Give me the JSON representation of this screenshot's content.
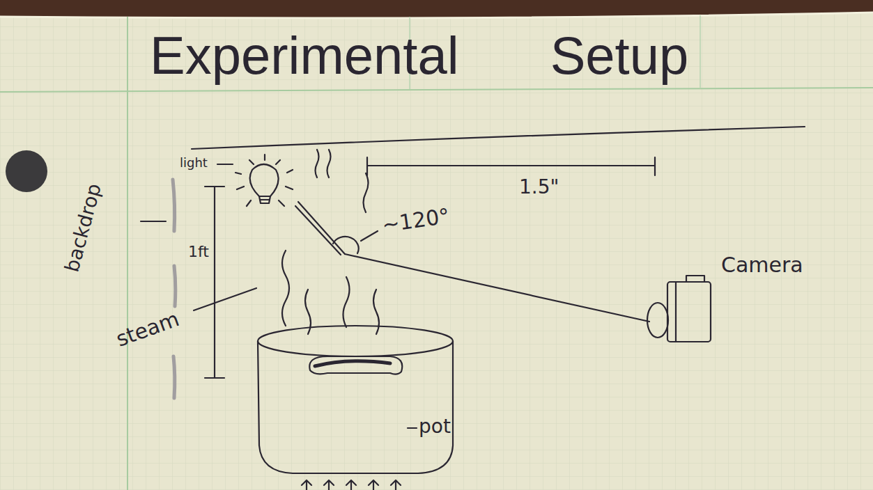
{
  "diagram": {
    "title": "Experimental Setup",
    "labels": [
      "light",
      "backdrop",
      "1ft",
      "steam",
      "1.5\"",
      "~120°",
      "Camera",
      "pot"
    ]
  }
}
